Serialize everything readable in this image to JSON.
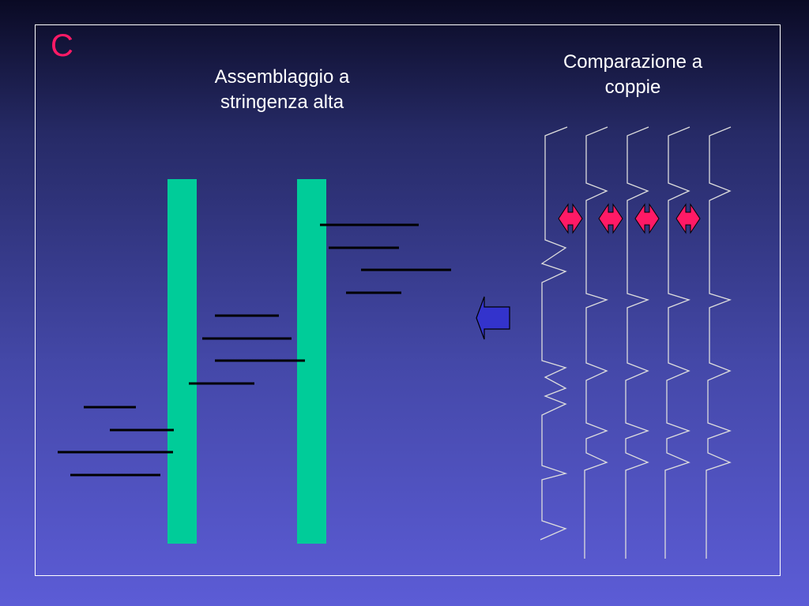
{
  "panel_letter": "C",
  "assembly": {
    "title_line1": "Assemblaggio a",
    "title_line2": "stringenza alta"
  },
  "pairwise": {
    "title_line1": "Comparazione a",
    "title_line2": "coppie"
  },
  "colors": {
    "contig": "#00cc99",
    "read_line": "#000000",
    "panel_letter": "#ff1a66",
    "arrow_fill": "#3333cc",
    "double_arrow": "#ff1a66",
    "sequence_trace": "#dddddd"
  },
  "icons": {
    "direction_arrow": "left-arrow-icon",
    "comparison_arrow": "double-arrow-icon"
  }
}
